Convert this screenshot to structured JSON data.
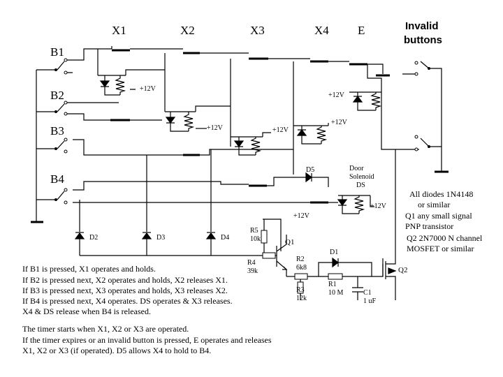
{
  "relays": [
    "X1",
    "X2",
    "X3",
    "X4",
    "E"
  ],
  "buttons": [
    "B1",
    "B2",
    "B3",
    "B4"
  ],
  "invalid_label": [
    "Invalid",
    "buttons"
  ],
  "supply_labels": [
    "+12V",
    "+12V",
    "+12V",
    "+12V",
    "+12V",
    "+12V",
    "+12V"
  ],
  "diodes": [
    "D2",
    "D3",
    "D4",
    "D5",
    "D1"
  ],
  "door_label": [
    "Door",
    "Solenoid",
    "DS"
  ],
  "components": {
    "r5": [
      "R5",
      "10k"
    ],
    "r4": [
      "R4",
      "39k"
    ],
    "r2": [
      "R2",
      "6k8"
    ],
    "r3": [
      "R3",
      "12k"
    ],
    "r1": [
      "R1",
      "10 M"
    ],
    "c1": [
      "C1",
      "1 uF"
    ],
    "q1": "Q1",
    "q2": "Q2"
  },
  "notes_right": [
    "All diodes 1N4148",
    "or similar",
    "Q1 any small signal",
    "PNP transistor",
    "Q2 2N7000 N channel",
    "MOSFET or similar"
  ],
  "sequence_text": [
    "If B1 is pressed, X1 operates and holds.",
    "If B2 is pressed next, X2 operates and holds, X2 releases X1.",
    "If B3 is pressed next, X3 operates and holds, X3 releases X2.",
    "If B4 is pressed next, X4 operates.  DS operates & X3 releases.",
    "X4 & DS release when B4 is released."
  ],
  "timer_text": [
    "The timer starts when X1, X2 or X3 are operated.",
    "If the timer expires or an invalid button is pressed, E operates and releases",
    "X1, X2 or X3 (if operated).  D5 allows X4 to hold to B4."
  ]
}
